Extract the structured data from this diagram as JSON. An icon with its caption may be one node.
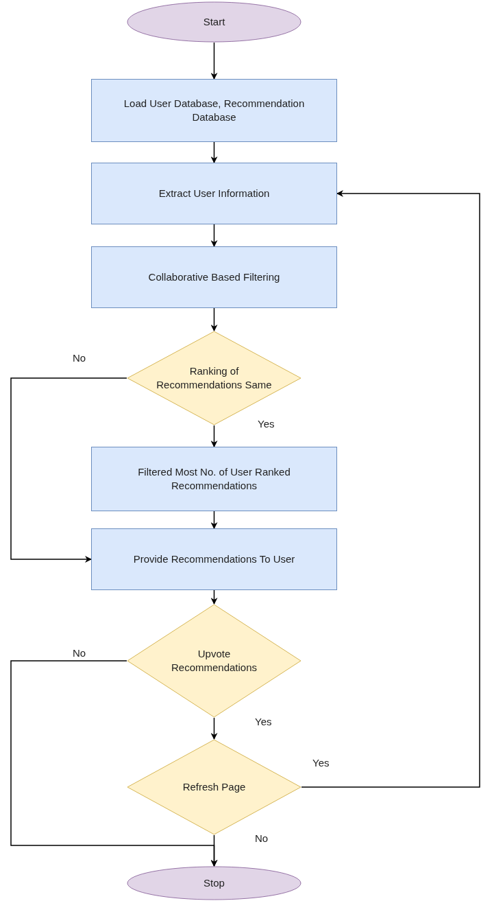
{
  "diagram": {
    "nodes": [
      {
        "text": [
          "Start"
        ]
      },
      {
        "text": [
          "Load User Database, Recommendation Database"
        ]
      },
      {
        "text": [
          "Extract User Information"
        ]
      },
      {
        "text": [
          "Collaborative Based Filtering"
        ]
      },
      {
        "text": [
          "Ranking of Recommendations Same"
        ]
      },
      {
        "text": [
          "Filtered Most No. of User Ranked Recommendations"
        ]
      },
      {
        "text": [
          "Provide Recommendations To User"
        ]
      },
      {
        "text": [
          "Upvote Recommendations"
        ]
      },
      {
        "text": [
          "Refresh Page"
        ]
      },
      {
        "text": [
          "Stop"
        ]
      }
    ],
    "edges": [
      {
        "from": 0,
        "to": 1,
        "arrow": "to"
      },
      {
        "from": 1,
        "to": 2,
        "arrow": "to"
      },
      {
        "from": 2,
        "to": 3,
        "arrow": "to"
      },
      {
        "from": 3,
        "to": 4,
        "arrow": "to"
      },
      {
        "from": 4,
        "to": 5,
        "label": "Yes",
        "arrow": "to"
      },
      {
        "from": 4,
        "to": 6,
        "label": "No",
        "arrow": "to"
      },
      {
        "from": 5,
        "to": 6,
        "arrow": "to"
      },
      {
        "from": 6,
        "to": 7,
        "arrow": "to"
      },
      {
        "from": 7,
        "to": 8,
        "label": "Yes",
        "arrow": "to"
      },
      {
        "from": 7,
        "to": 9,
        "label": "No",
        "arrow": "to"
      },
      {
        "from": 8,
        "to": 9,
        "label": "No",
        "arrow": "to"
      },
      {
        "from": 8,
        "to": 2,
        "label": "Yes",
        "arrow": "to"
      }
    ]
  }
}
